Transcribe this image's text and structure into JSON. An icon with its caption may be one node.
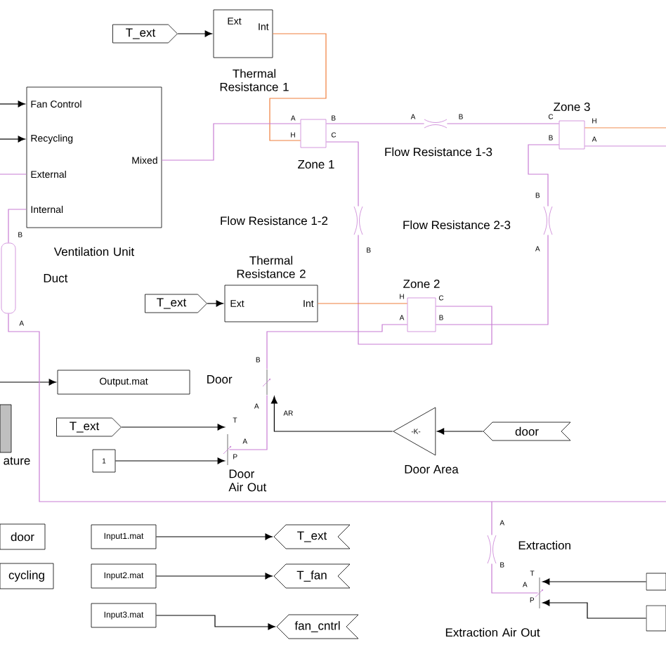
{
  "diagram": {
    "nodes": [
      {
        "text": [
          "T_ext"
        ]
      },
      {
        "text": [
          "Ext",
          "Int",
          "Thermal Resistance 1"
        ]
      },
      {
        "text": [
          "Fan Control",
          "Recycling",
          "External",
          "Internal",
          "Mixed",
          "Ventilation Unit"
        ]
      },
      {
        "text": [
          "A",
          "H",
          "B",
          "C",
          "Zone 1"
        ]
      },
      {
        "text": [
          "A",
          "B",
          "Flow Resistance 1-3"
        ]
      },
      {
        "text": [
          "Zone 3",
          "C",
          "B",
          "H",
          "A"
        ]
      },
      {
        "text": [
          "Flow Resistance 1-2",
          "B"
        ]
      },
      {
        "text": [
          "Flow Resistance 2-3",
          "B",
          "A"
        ]
      },
      {
        "text": [
          "Thermal Resistance 2",
          "Ext",
          "Int"
        ]
      },
      {
        "text": [
          "T_ext"
        ]
      },
      {
        "text": [
          "Zone 2",
          "H",
          "A",
          "C",
          "B"
        ]
      },
      {
        "text": [
          "B",
          "Duct",
          "A"
        ]
      },
      {
        "text": [
          "Output.mat"
        ]
      },
      {
        "text": [
          "B",
          "Door",
          "A",
          "AR"
        ]
      },
      {
        "text": [
          "T_ext"
        ]
      },
      {
        "text": [
          "1"
        ]
      },
      {
        "text": [
          "T",
          "A",
          "P",
          "Door Air Out"
        ]
      },
      {
        "text": [
          "-K-",
          "Door Area"
        ]
      },
      {
        "text": [
          "door"
        ]
      },
      {
        "text": [
          "ature"
        ]
      },
      {
        "text": [
          "door"
        ]
      },
      {
        "text": [
          "cycling"
        ]
      },
      {
        "text": [
          "Input1.mat"
        ]
      },
      {
        "text": [
          "Input2.mat"
        ]
      },
      {
        "text": [
          "Input3.mat"
        ]
      },
      {
        "text": [
          "T_ext"
        ]
      },
      {
        "text": [
          "T_fan"
        ]
      },
      {
        "text": [
          "fan_cntrl"
        ]
      },
      {
        "text": [
          "A",
          "Extraction",
          "B"
        ]
      },
      {
        "text": [
          "A",
          "T",
          "P",
          "Extraction Air Out"
        ]
      },
      {
        "text": [],
        "shape": "box"
      },
      {
        "text": [],
        "shape": "box"
      }
    ],
    "edges": [
      {
        "from": 0,
        "to": 1,
        "arrow": "to",
        "color": "#000000"
      },
      {
        "from": 1,
        "to": 3,
        "arrow": "none",
        "color": "#f07f3c"
      },
      {
        "from": 2,
        "to": 3,
        "arrow": "none",
        "color": "#c87dd4"
      },
      {
        "from": 3,
        "to": 4,
        "arrow": "none",
        "color": "#c87dd4"
      },
      {
        "from": 4,
        "to": 5,
        "arrow": "none",
        "color": "#c87dd4"
      },
      {
        "from": 3,
        "to": 6,
        "arrow": "none",
        "color": "#c87dd4"
      },
      {
        "from": 5,
        "to": 7,
        "arrow": "none",
        "color": "#c87dd4"
      },
      {
        "from": 6,
        "to": 10,
        "arrow": "none",
        "color": "#c87dd4"
      },
      {
        "from": 7,
        "to": 10,
        "arrow": "none",
        "color": "#c87dd4"
      },
      {
        "from": 8,
        "to": 10,
        "arrow": "none",
        "color": "#f07f3c"
      },
      {
        "from": 9,
        "to": 8,
        "arrow": "to",
        "color": "#000000"
      },
      {
        "from": 5,
        "to": null,
        "arrow": "none",
        "color": "#f07f3c"
      },
      {
        "from": 5,
        "to": null,
        "arrow": "none",
        "color": "#c87dd4"
      },
      {
        "from": null,
        "to": 2,
        "arrow": "to",
        "color": "#000000"
      },
      {
        "from": null,
        "to": 2,
        "arrow": "to",
        "color": "#000000"
      },
      {
        "from": null,
        "to": 2,
        "arrow": "none",
        "color": "#c87dd4"
      },
      {
        "from": 2,
        "to": 11,
        "arrow": "none",
        "color": "#c87dd4"
      },
      {
        "from": null,
        "to": 12,
        "arrow": "to",
        "color": "#000000"
      },
      {
        "from": 11,
        "to": 28,
        "arrow": "none",
        "color": "#c87dd4"
      },
      {
        "from": 13,
        "to": 10,
        "arrow": "none",
        "color": "#c87dd4"
      },
      {
        "from": 16,
        "to": 13,
        "arrow": "none",
        "color": "#c87dd4"
      },
      {
        "from": 17,
        "to": 13,
        "arrow": "to",
        "color": "#000000"
      },
      {
        "from": 18,
        "to": 17,
        "arrow": "to",
        "color": "#000000"
      },
      {
        "from": 14,
        "to": 16,
        "arrow": "to",
        "color": "#000000"
      },
      {
        "from": 15,
        "to": 16,
        "arrow": "to",
        "color": "#000000"
      },
      {
        "from": 28,
        "to": 29,
        "arrow": "none",
        "color": "#c87dd4"
      },
      {
        "from": 30,
        "to": 29,
        "arrow": "to",
        "color": "#000000"
      },
      {
        "from": 31,
        "to": 29,
        "arrow": "to",
        "color": "#000000"
      },
      {
        "from": 22,
        "to": 25,
        "arrow": "to",
        "color": "#000000"
      },
      {
        "from": 23,
        "to": 26,
        "arrow": "to",
        "color": "#000000"
      },
      {
        "from": 24,
        "to": 27,
        "arrow": "to",
        "color": "#000000"
      }
    ]
  }
}
